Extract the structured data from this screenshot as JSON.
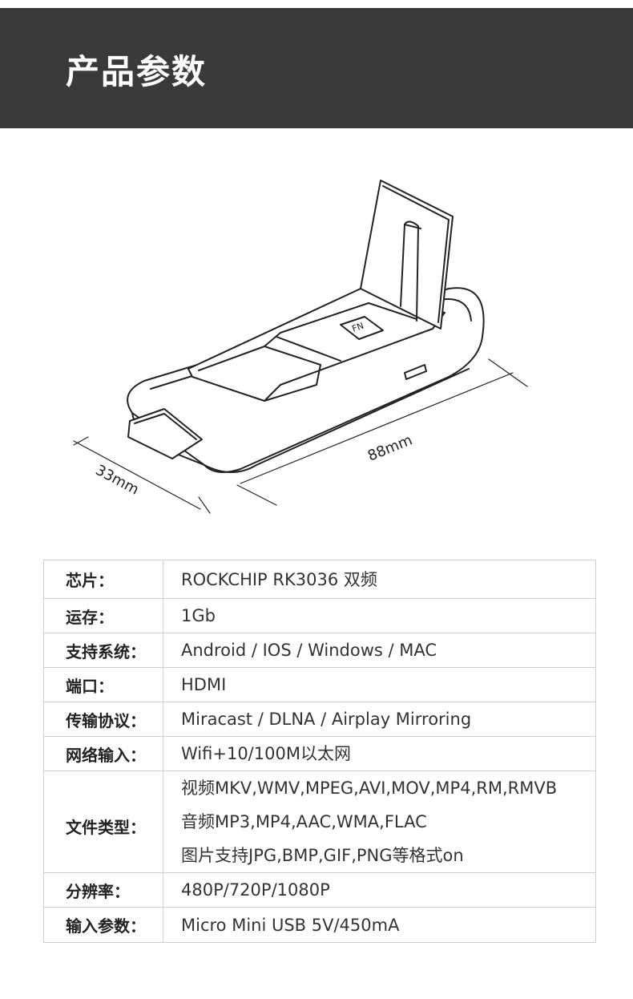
{
  "header": {
    "title": "产品参数"
  },
  "figure": {
    "width_label": "33mm",
    "length_label": "88mm",
    "button_label": "FN"
  },
  "specs": [
    {
      "label": "芯片：",
      "values": [
        "ROCKCHIP RK3036 双频"
      ]
    },
    {
      "label": "运存：",
      "values": [
        "1Gb"
      ]
    },
    {
      "label": "支持系统：",
      "values": [
        "Android / IOS / Windows / MAC"
      ]
    },
    {
      "label": "端口：",
      "values": [
        "HDMI"
      ]
    },
    {
      "label": "传输协议：",
      "values": [
        "Miracast / DLNA / Airplay Mirroring"
      ]
    },
    {
      "label": "网络输入：",
      "values": [
        "Wifi+10/100M以太网"
      ]
    },
    {
      "label": "文件类型：",
      "values": [
        "视频MKV,WMV,MPEG,AVI,MOV,MP4,RM,RMVB",
        "音频MP3,MP4,AAC,WMA,FLAC",
        "图片支持JPG,BMP,GIF,PNG等格式on"
      ]
    },
    {
      "label": "分辨率：",
      "values": [
        "480P/720P/1080P"
      ]
    },
    {
      "label": "输入参数：",
      "values": [
        "Micro Mini USB 5V/450mA"
      ]
    }
  ]
}
